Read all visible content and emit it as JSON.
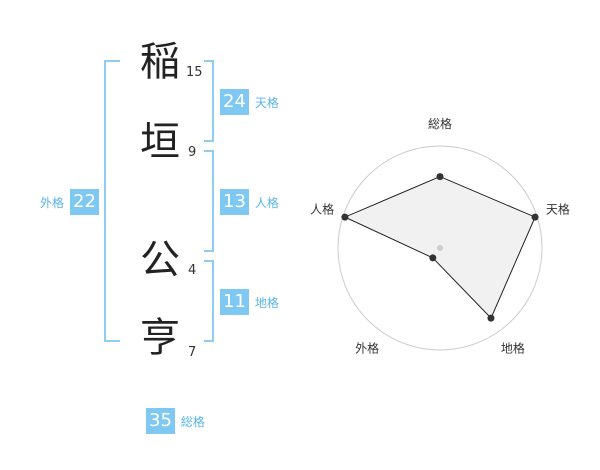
{
  "name_chars": [
    {
      "char": "稲",
      "strokes": "15"
    },
    {
      "char": "垣",
      "strokes": "9"
    },
    {
      "char": "公",
      "strokes": "4"
    },
    {
      "char": "亨",
      "strokes": "7"
    }
  ],
  "fortunes": {
    "tenkaku": {
      "value": "24",
      "label": "天格"
    },
    "jinkaku": {
      "value": "13",
      "label": "人格"
    },
    "chikaku": {
      "value": "11",
      "label": "地格"
    },
    "gaikaku": {
      "value": "22",
      "label": "外格"
    },
    "soukaku": {
      "value": "35",
      "label": "総格"
    }
  },
  "colors": {
    "accent": "#7ec8f2",
    "bracket": "#8fcdf2",
    "label": "#5ab4e8",
    "radar_fill": "#eeeeee"
  },
  "chart_data": {
    "type": "radar",
    "axes": [
      "総格",
      "天格",
      "地格",
      "外格",
      "人格"
    ],
    "values": [
      0.7,
      0.98,
      0.85,
      0.12,
      0.98
    ],
    "rmax": 1,
    "rings": 4
  }
}
